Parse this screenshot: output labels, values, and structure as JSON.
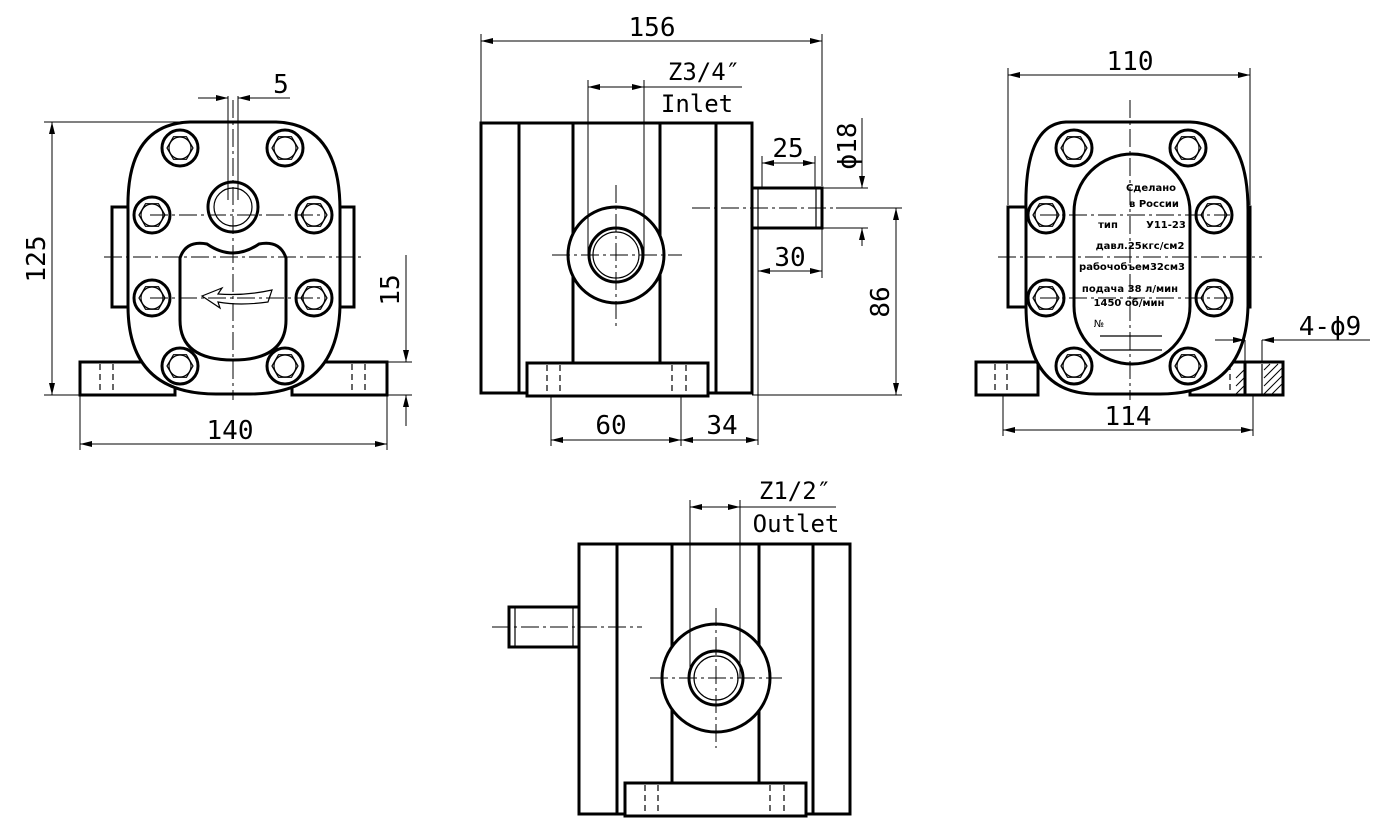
{
  "front_view": {
    "dims": {
      "slot": "5",
      "height": "125",
      "base_height": "15",
      "width": "140"
    }
  },
  "side_view": {
    "dims": {
      "length": "156",
      "shaft_len": "25",
      "shaft_dia": "ϕ18",
      "shaft_ext": "30",
      "axis_height": "86",
      "base_len": "60",
      "base_offset": "34"
    },
    "inlet": {
      "thread": "Z3/4″",
      "label": "Inlet"
    }
  },
  "rear_view": {
    "dims": {
      "width": "110",
      "base_width": "114",
      "holes": "4-ϕ9"
    },
    "nameplate": {
      "lines": [
        "Сделано",
        "в России",
        "тип",
        "У11-23",
        "давл.25кгс/см2",
        "рабочобъем32см3",
        "подача 38 л/мин",
        "1450 об/мин",
        "№"
      ]
    }
  },
  "bottom_view": {
    "outlet": {
      "thread": "Z1/2″",
      "label": "Outlet"
    }
  }
}
